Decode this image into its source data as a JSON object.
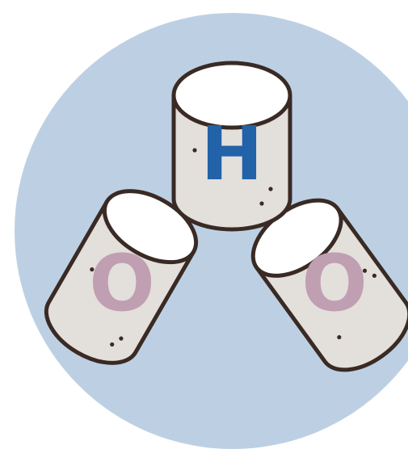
{
  "labels": {
    "top": "H",
    "left": "O",
    "right": "O"
  },
  "colors": {
    "background": "#ffffff",
    "circle": "#bdd0e3",
    "cylinder_body": "#e3dfdb",
    "cylinder_top": "#ffffff",
    "outline": "#3a2a24",
    "label_h": "#2162a8",
    "label_o": "#c09fb2"
  }
}
